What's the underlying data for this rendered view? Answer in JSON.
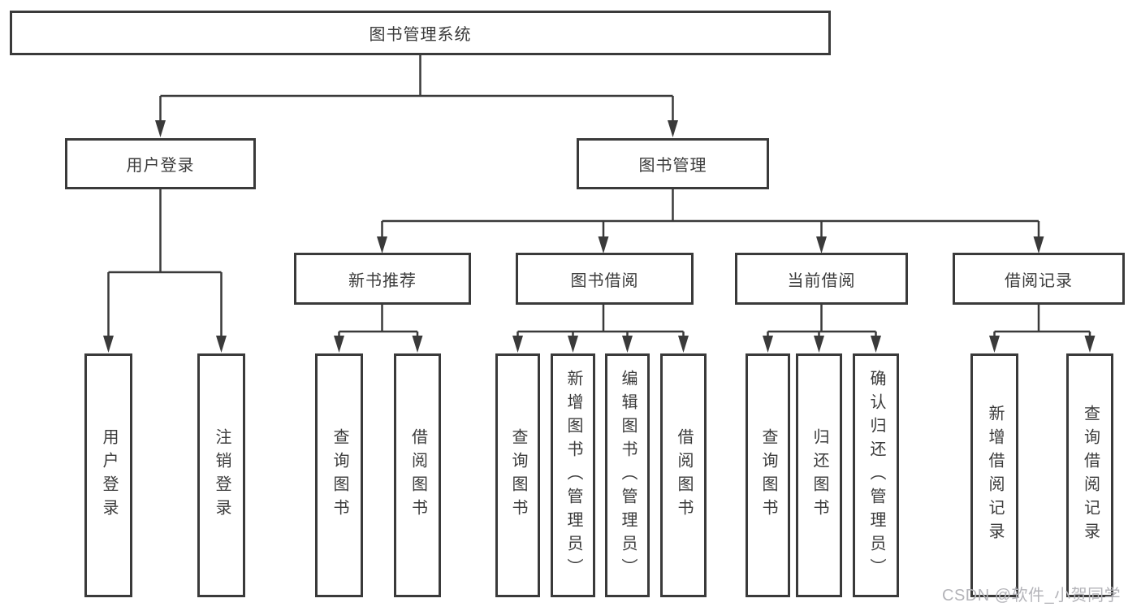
{
  "tree": {
    "label": "图书管理系统",
    "children": [
      {
        "label": "用户登录",
        "children": [
          {
            "label": "用户登录"
          },
          {
            "label": "注销登录"
          }
        ]
      },
      {
        "label": "图书管理",
        "children": [
          {
            "label": "新书推荐",
            "children": [
              {
                "label": "查询图书"
              },
              {
                "label": "借阅图书"
              }
            ]
          },
          {
            "label": "图书借阅",
            "children": [
              {
                "label": "查询图书"
              },
              {
                "label": "新增图书（管理员）"
              },
              {
                "label": "编辑图书（管理员）"
              },
              {
                "label": "借阅图书"
              }
            ]
          },
          {
            "label": "当前借阅",
            "children": [
              {
                "label": "查询图书"
              },
              {
                "label": "归还图书"
              },
              {
                "label": "确认归还（管理员）"
              }
            ]
          },
          {
            "label": "借阅记录",
            "children": [
              {
                "label": "新增借阅记录"
              },
              {
                "label": "查询借阅记录"
              }
            ]
          }
        ]
      }
    ]
  },
  "watermark": {
    "text": "CSDN @软件_小贺同学"
  },
  "colors": {
    "line": "#3a3a3a",
    "text": "#3b3b3b",
    "box_fill": "#ffffff",
    "watermark": "#b4b4b9",
    "background": "#ffffff"
  }
}
